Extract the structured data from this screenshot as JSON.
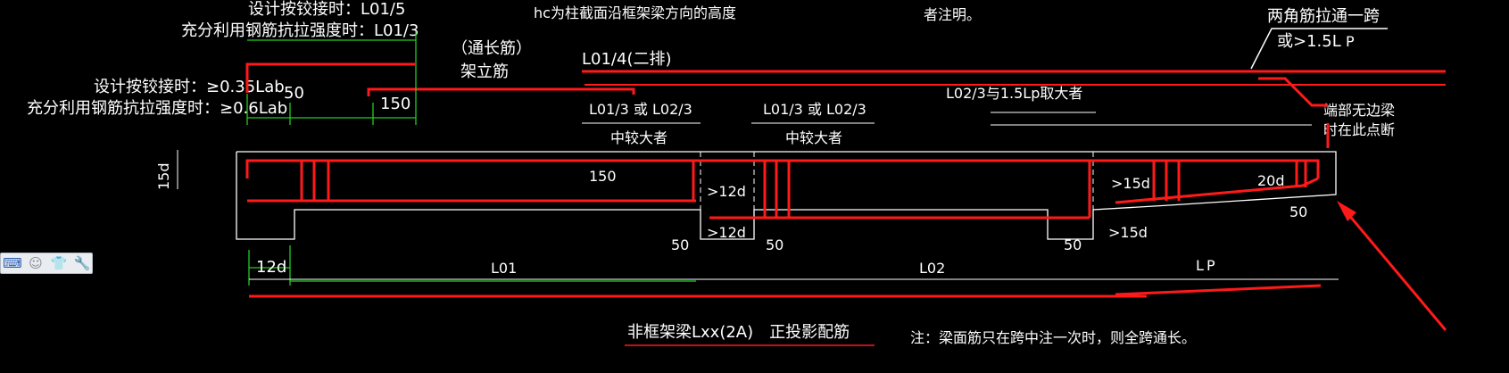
{
  "labels": {
    "design_hinge_top": "设计按铰接时：L01/5",
    "full_use_top": "充分利用钢筋抗拉强度时：L01/3",
    "hc_note": "hc为柱截面沿框架梁方向的高度",
    "corner_note_line1": "者注明。",
    "tong_chang": "（通长筋）",
    "jia_li": "架立筋",
    "l01_4": "L01/4(二排)",
    "two_corner": "两角筋拉通一跨",
    "or_15lp": "或>1.5L",
    "or_15lp_sub": "P",
    "design_hinge": "设计按铰接时：≥0.35Lab",
    "full_use": "充分利用钢筋抗拉强度时：≥0.6Lab",
    "dim_50_top": "50",
    "dim_150_top": "150",
    "l01_3_or_1": "L01/3 或 L02/3",
    "zhong_jiao_1": "中较大者",
    "l01_3_or_2": "L01/3 或 L02/3",
    "zhong_jiao_2": "中较大者",
    "l02_3": "L02/3与1.5Lp取大者",
    "end_no_beam_1": "端部无边梁",
    "end_no_beam_2": "时在此点断",
    "d15": "15d",
    "dim_150_inner": "150",
    "ge12d_upper": ">12d",
    "ge12d_lower": ">12d",
    "ge15d_upper": ">15d",
    "ge15d_lower": ">15d",
    "d20": "20d",
    "dim_50_right": "50",
    "dim_50_a": "50",
    "dim_50_b": "50",
    "dim_50_c": "50",
    "d12_bottom": "12d",
    "l01_bottom": "L01",
    "l02_bottom": "L02",
    "lp_bottom": "L",
    "lp_bottom_sub": "P",
    "title": "非框架梁Lxx(2A)　正投影配筋",
    "note": "注：梁面筋只在跨中注一次时，则全跨通长。"
  },
  "toolbar": {
    "items": [
      "keyboard-icon",
      "user-icon",
      "shirt-icon",
      "wrench-icon"
    ]
  },
  "colors": {
    "rebar": "#ff1a1a",
    "dimension": "#22cc22",
    "outline": "#ffffff",
    "background": "#000000"
  }
}
